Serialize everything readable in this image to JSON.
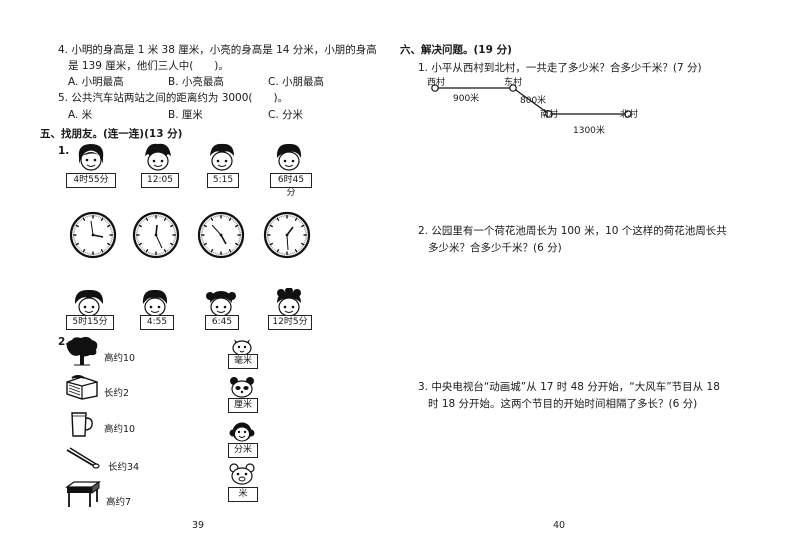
{
  "left": {
    "q4": {
      "line1": "4. 小明的身高是 1 米 38 厘米，小亮的身高是 14 分米，小朋的身高",
      "line2": "是 139 厘米，他们三人中(　　)。",
      "optA": "A. 小明最高",
      "optB": "B. 小亮最高",
      "optC": "C. 小朋最高"
    },
    "q5": {
      "line1": "5. 公共汽车站两站之间的距离约为 3000(　　)。",
      "optA": "A. 米",
      "optB": "B. 厘米",
      "optC": "C. 分米"
    },
    "section5": {
      "title": "五、找朋友。(连一连)(13 分)",
      "part1_num": "1.",
      "top_times": [
        "4时55分",
        "12:05",
        "5:15",
        "6时45分"
      ],
      "bottom_times": [
        "5时15分",
        "4:55",
        "6:45",
        "12时5分"
      ],
      "part2_num": "2.",
      "objects": [
        "高约10",
        "长约2",
        "高约10",
        "长约34",
        "高约7"
      ],
      "units": [
        "毫米",
        "厘米",
        "分米",
        "米"
      ]
    },
    "page_number": "39"
  },
  "right": {
    "section6": {
      "title": "六、解决问题。(19 分)",
      "q1": {
        "text": "1. 小平从西村到北村，一共走了多少米？合多少千米？(7 分)",
        "map": {
          "west": "西村",
          "east": "东村",
          "south": "南村",
          "north": "北村",
          "d1": "900米",
          "d2": "800米",
          "d3": "1300米"
        }
      },
      "q2": {
        "line1": "2. 公园里有一个荷花池周长为 100 米，10 个这样的荷花池周长共",
        "line2": "多少米？合多少千米？(6 分)"
      },
      "q3": {
        "line1": "3. 中央电视台“动画城”从 17 时 48 分开始，“大风车”节目从 18",
        "line2": "时 18 分开始。这两个节目的开始时间相隔了多长？(6 分)"
      }
    },
    "page_number": "40"
  },
  "icons": {
    "faces": "child-face-icon",
    "clocks": "analog-clock-icon",
    "tree": "tree-icon",
    "book": "book-icon",
    "cup": "cup-icon",
    "tongs": "tongs-icon",
    "desk": "desk-icon",
    "animals": [
      "cat-icon",
      "panda-icon",
      "monkey-icon",
      "bear-icon"
    ]
  }
}
